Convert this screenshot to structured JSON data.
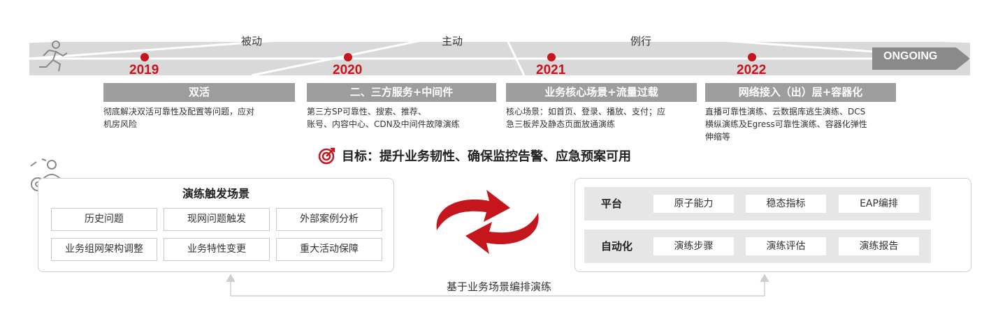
{
  "timeline": {
    "phases": [
      "被动",
      "主动",
      "例行"
    ],
    "years": [
      "2019",
      "2020",
      "2021",
      "2022"
    ],
    "ongoing_label": "ONGOING",
    "eras": [
      {
        "title": "双活",
        "desc": [
          "彻底解决双活可靠性及配置等问题，应对",
          "机房风险"
        ]
      },
      {
        "title": "二、三方服务+中间件",
        "desc": [
          "第三方SP可靠性、搜索、推荐、",
          "账号、内容中心、CDN及中间件故障演练"
        ]
      },
      {
        "title": "业务核心场景+流量过载",
        "desc": [
          "核心场景：如首页、登录、播放、支付；应",
          "急三板斧及静态页面放通演练"
        ]
      },
      {
        "title": "网络接入（出）层+容器化",
        "desc": [
          "直播可靠性演练、云数据库逃生演练、DCS",
          "横纵演练及Egress可靠性演练、容器化弹性",
          "伸缩等"
        ]
      }
    ]
  },
  "goal": {
    "text": "目标：提升业务韧性、确保监控告警、应急预案可用"
  },
  "scenarios": {
    "title": "演练触发场景",
    "items": [
      "历史问题",
      "现网问题触发",
      "外部案例分析",
      "业务组网架构调整",
      "业务特性变更",
      "重大活动保障"
    ]
  },
  "platform": {
    "rows": [
      {
        "label": "平台",
        "items": [
          "原子能力",
          "稳态指标",
          "EAP编排"
        ]
      },
      {
        "label": "自动化",
        "items": [
          "演练步骤",
          "演练评估",
          "演练报告"
        ]
      }
    ]
  },
  "bottom_label": "基于业务场景编排演练",
  "colors": {
    "accent": "#c4161c",
    "band": "#d6d6d6",
    "gray": "#9d9d9d"
  }
}
